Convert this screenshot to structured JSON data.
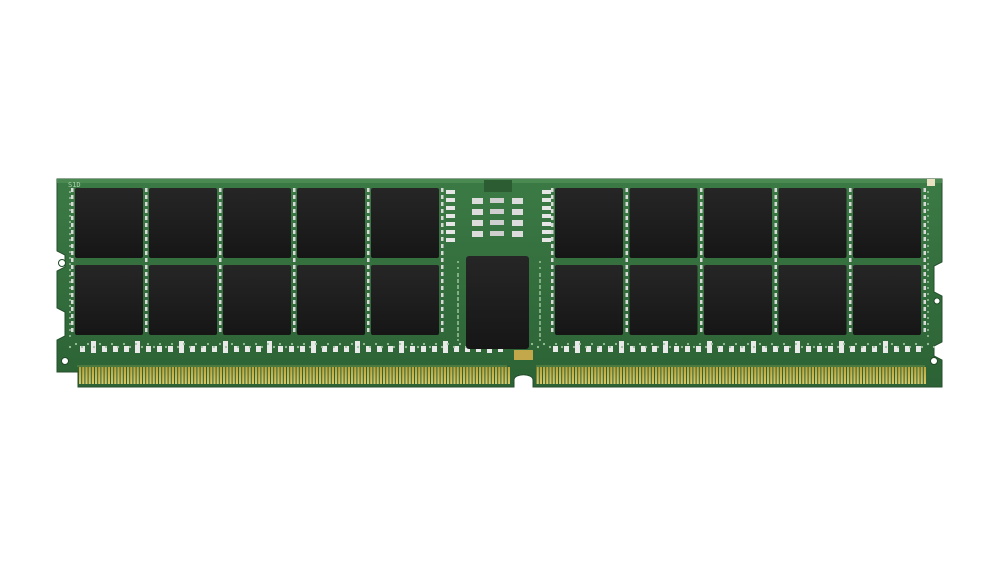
{
  "image": {
    "subject": "memory-module",
    "background_color": "#ffffff"
  },
  "module": {
    "silkscreen_text": "S1D",
    "pcb_color": "#2f6b3a",
    "pcb_edge_color": "#3f7d47",
    "chip_color": "#1e1e1e",
    "contact_color": "#c8b44a",
    "chip_grid": {
      "left_columns": 5,
      "right_columns": 5,
      "rows": 2
    },
    "center_chip_count": 1
  }
}
